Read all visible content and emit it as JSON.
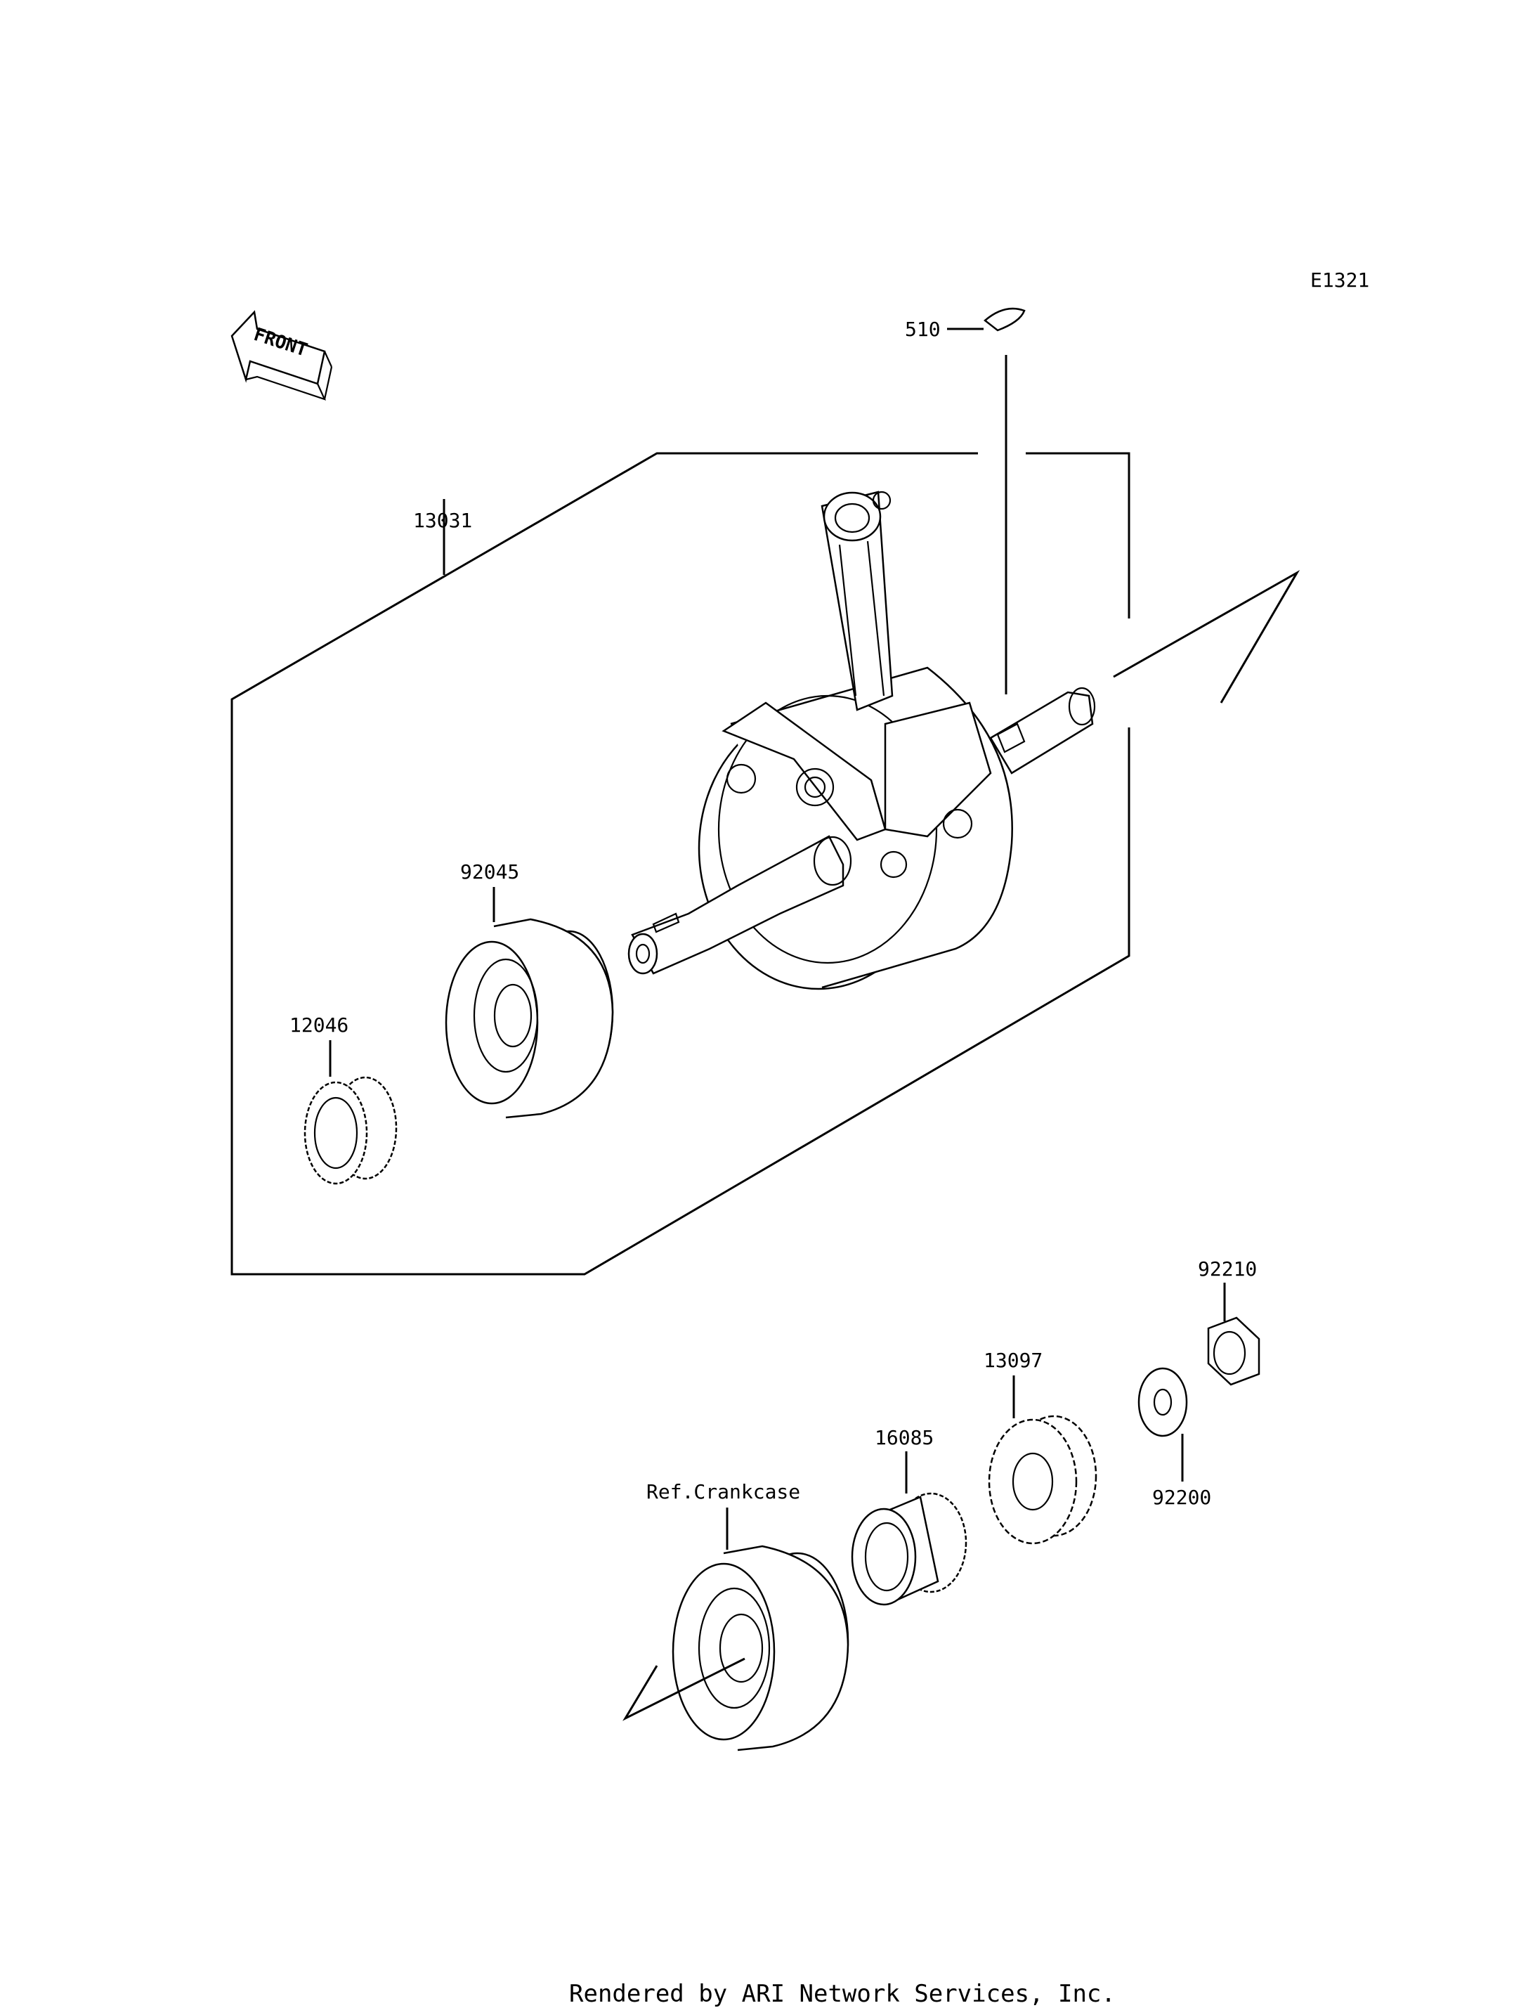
{
  "diagram": {
    "code": "E1321",
    "front_label": "FRONT",
    "credit": "Rendered by ARI Network Services, Inc."
  },
  "parts": {
    "key": "510",
    "crankshaft_assy": "13031",
    "bearing_main": "92045",
    "gear_crank": "12046",
    "nut_flange": "92210",
    "gear_balancer": "13097",
    "washer": "92200",
    "collar_gear": "16085",
    "ref_crankcase": "Ref.Crankcase"
  }
}
